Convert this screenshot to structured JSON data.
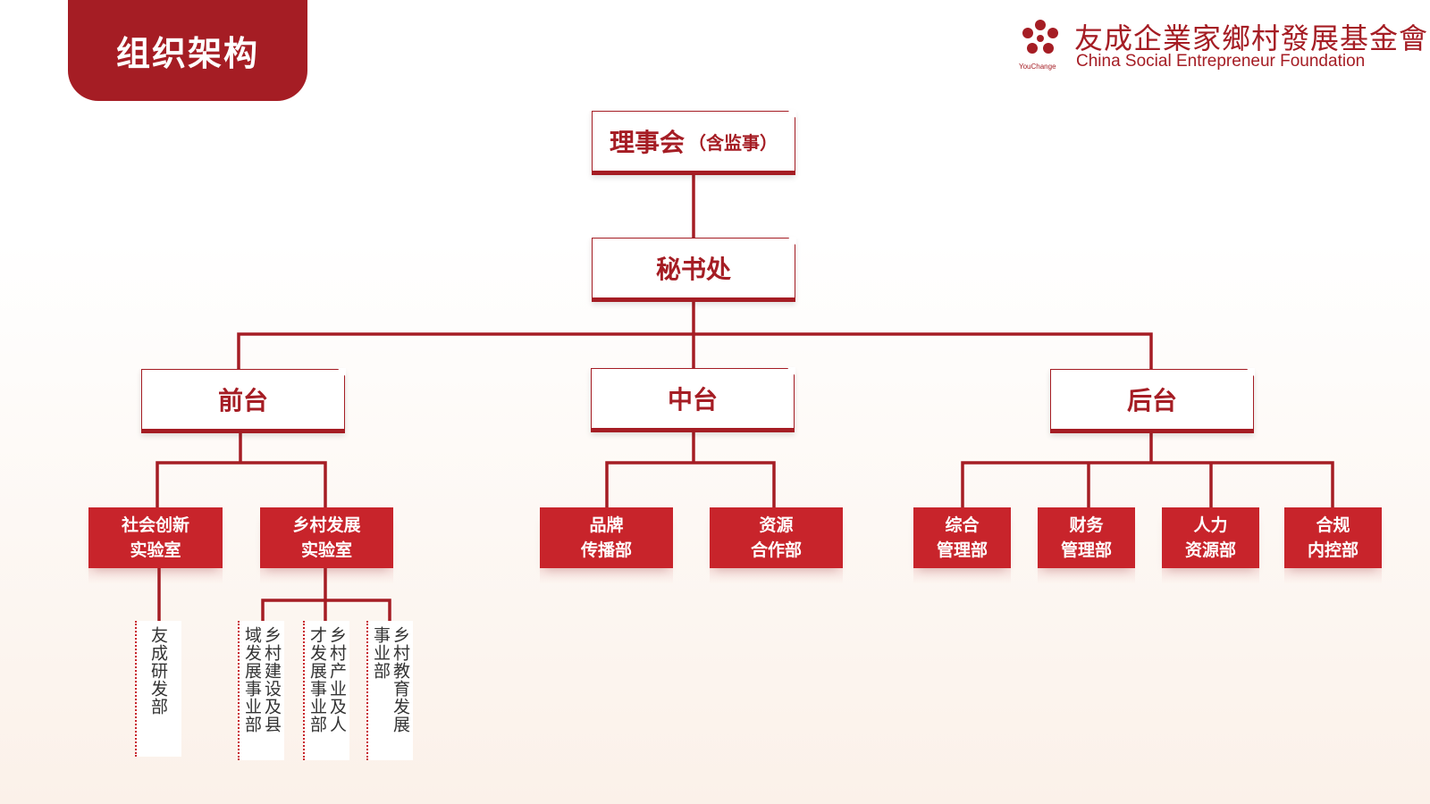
{
  "header": {
    "title": "组织架构"
  },
  "logo": {
    "brand_small": "YouChange",
    "name_cn": "友成企業家鄉村發展基金會",
    "name_en": "China Social Entrepreneur Foundation"
  },
  "colors": {
    "primary": "#a51d24",
    "fill": "#c8242b",
    "line": "#a51d24"
  },
  "org": {
    "board": {
      "label": "理事会",
      "note": "（含监事）"
    },
    "secretariat": {
      "label": "秘书处"
    },
    "front": {
      "label": "前台",
      "units": [
        {
          "line1": "社会创新",
          "line2": "实验室"
        },
        {
          "line1": "乡村发展",
          "line2": "实验室"
        }
      ]
    },
    "middle": {
      "label": "中台",
      "units": [
        {
          "line1": "品牌",
          "line2": "传播部"
        },
        {
          "line1": "资源",
          "line2": "合作部"
        }
      ]
    },
    "back": {
      "label": "后台",
      "units": [
        {
          "line1": "综合",
          "line2": "管理部"
        },
        {
          "line1": "财务",
          "line2": "管理部"
        },
        {
          "line1": "人力",
          "line2": "资源部"
        },
        {
          "line1": "合规",
          "line2": "内控部"
        }
      ]
    },
    "social_lab_sub": {
      "col1": "友成研发部"
    },
    "rural_lab_sub": [
      {
        "col1": "乡村建设及县",
        "col2": "域发展事业部"
      },
      {
        "col1": "乡村产业及人",
        "col2": "才发展事业部"
      },
      {
        "col1": "乡村教育发展",
        "col2": "事业部"
      }
    ]
  }
}
